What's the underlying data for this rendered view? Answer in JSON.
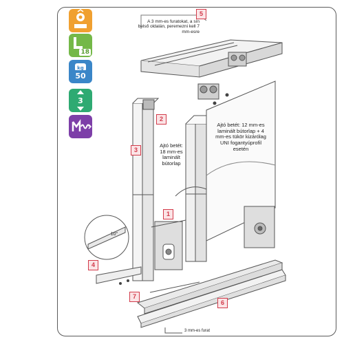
{
  "badges": {
    "thickness_label": "18",
    "weight_unit": "kg",
    "weight_value": "50",
    "spacing_value": "3"
  },
  "labels": {
    "top_note": "A 3 mm-es furatokat, a sín belső oldalán, peremezni kell 7 mm-esre",
    "door_left_note": "Ajtó betét: 18 mm-es laminált bútorlap",
    "door_right_note": "Ajtó betét: 12 mm-es laminált bútorlap + 4 mm-es tükör kizárólag UNI fogantyúprofil esetén",
    "bottom_note": "3 mm-es furat",
    "angle_label": "10°"
  },
  "part_tags": [
    "1",
    "2",
    "3",
    "4",
    "5",
    "6",
    "7"
  ],
  "colors": {
    "tag_red": "#d23a4a",
    "badge_orange": "#f0a030",
    "badge_green": "#74b848",
    "badge_blue": "#3a86c8",
    "badge_teal": "#2eaa72",
    "badge_purple": "#7d3fa8"
  }
}
